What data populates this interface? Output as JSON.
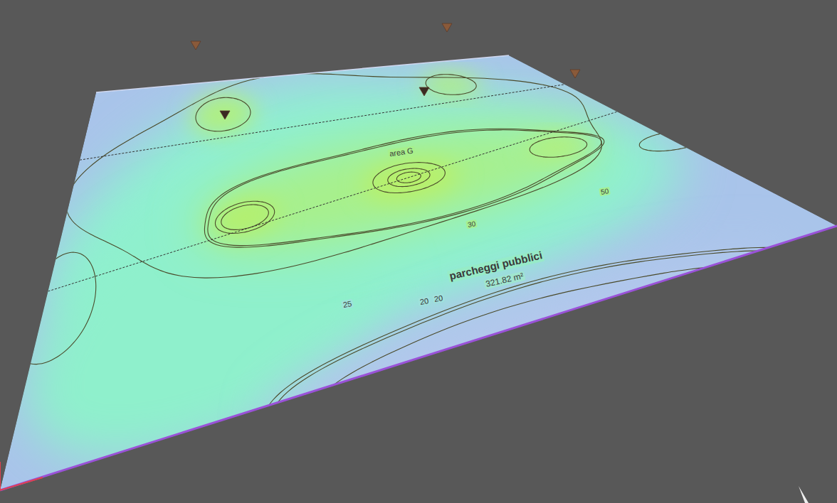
{
  "diagram": {
    "labels": [
      "area G",
      "parcheggi pubblici",
      "321.82 m²",
      "50",
      "30",
      "25",
      "20",
      "20"
    ]
  }
}
